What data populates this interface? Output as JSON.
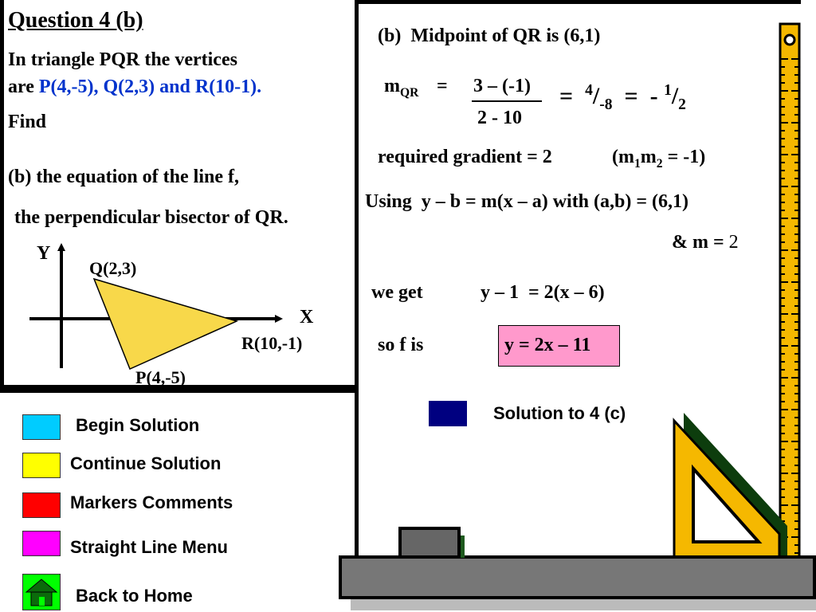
{
  "question": {
    "title": "Question 4 (b)",
    "line1": "In triangle PQR the vertices",
    "line2_prefix": "are",
    "line2_vertices": "P(4,-5), Q(2,3) and R(10-1).",
    "line3": "Find",
    "line4": "(b) the equation of the line f,",
    "line5": "the perpendicular bisector of QR."
  },
  "graph": {
    "y_axis_label": "Y",
    "x_axis_label": "X",
    "q_label": "Q(2,3)",
    "r_label": "R(10,-1)",
    "p_label": "P(4,-5)",
    "triangle_fill": "#f8d84a"
  },
  "solution": {
    "midpoint": "(b)  Midpoint of QR is (6,1)",
    "m_symbol": "m",
    "m_sub": "QR",
    "equals": "=",
    "numerator": "3 – (-1)",
    "denominator": "2 - 10",
    "equals2": "=",
    "frac1_sup": "4",
    "slash1": "/",
    "frac1_sub": "-8",
    "equals3": "=",
    "minus": "-",
    "frac2_sup": "1",
    "slash2": "/",
    "frac2_sub": "2",
    "required_gradient": "required gradient = 2",
    "m1m2_open": "(m",
    "m1_sub": "1",
    "m2": "m",
    "m2_sub": "2",
    "m1m2_close": " = -1)",
    "using_line": "Using  y – b = m(x – a) with (a,b) = (6,1)",
    "and_m_prefix": "& m = ",
    "and_m_value": "2",
    "we_get": "we get",
    "we_get_eq": "y – 1  = 2(x – 6)",
    "so_f_is": "so f is",
    "result": "y = 2x – 11",
    "next_link": "Solution to 4 (c)"
  },
  "menu": {
    "items": [
      {
        "label": "Begin Solution",
        "color": "#00ccff"
      },
      {
        "label": "Continue Solution",
        "color": "#ffff00"
      },
      {
        "label": "Markers Comments",
        "color": "#ff0000"
      },
      {
        "label": "Straight Line Menu",
        "color": "#ff00ff"
      },
      {
        "label": "Back to Home",
        "color": "#00ff00",
        "icon": "home-icon"
      }
    ]
  },
  "colors": {
    "ruler": "#f5b800",
    "set_square": "#f5b800",
    "set_square_shadow": "#0d3d0d",
    "nav_square": "#000080"
  }
}
